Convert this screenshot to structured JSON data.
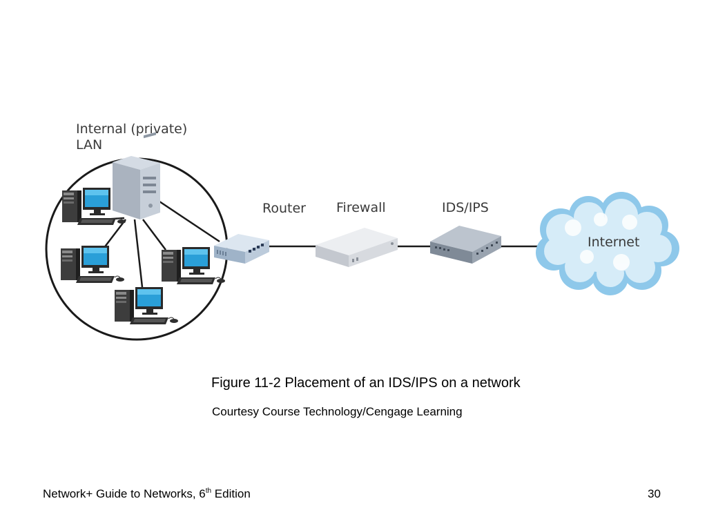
{
  "diagram": {
    "lan_label_line1": "Internal (private)",
    "lan_label_line2": "LAN",
    "router_label": "Router",
    "firewall_label": "Firewall",
    "idsips_label": "IDS/IPS",
    "internet_label": "Internet"
  },
  "caption": {
    "figure": "Figure 11-2 Placement of an IDS/IPS on a network",
    "credit": "Courtesy Course Technology/Cengage Learning"
  },
  "footer": {
    "book_title_prefix": "Network+ Guide to Networks, 6",
    "book_title_sup": "th",
    "book_title_suffix": " Edition",
    "page_number": "30"
  }
}
